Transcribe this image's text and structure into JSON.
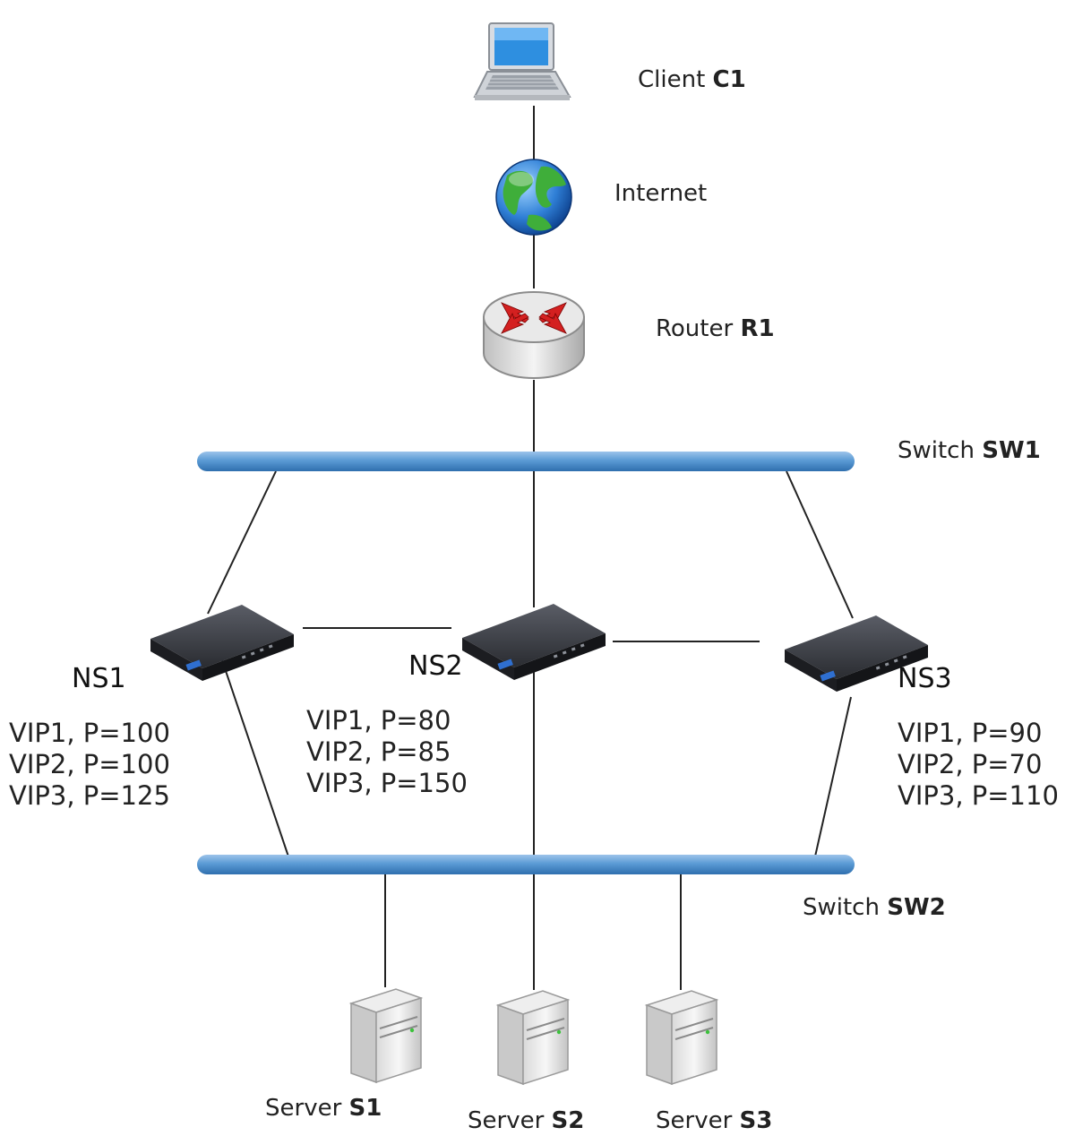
{
  "client": {
    "prefix": "Client",
    "name": "C1"
  },
  "internet": {
    "label": "Internet"
  },
  "router": {
    "prefix": "Router",
    "name": "R1"
  },
  "switch1": {
    "prefix": "Switch",
    "name": "SW1"
  },
  "switch2": {
    "prefix": "Switch",
    "name": "SW2"
  },
  "ns1": {
    "name": "NS1",
    "vips": [
      "VIP1, P=100",
      "VIP2, P=100",
      "VIP3, P=125"
    ]
  },
  "ns2": {
    "name": "NS2",
    "vips": [
      "VIP1, P=80",
      "VIP2, P=85",
      "VIP3, P=150"
    ]
  },
  "ns3": {
    "name": "NS3",
    "vips": [
      "VIP1, P=90",
      "VIP2, P=70",
      "VIP3, P=110"
    ]
  },
  "servers": [
    {
      "prefix": "Server",
      "name": "S1"
    },
    {
      "prefix": "Server",
      "name": "S2"
    },
    {
      "prefix": "Server",
      "name": "S3"
    }
  ],
  "colors": {
    "switch_bar": "#5b9bd5",
    "link": "#222222",
    "appliance": "#2b2d33",
    "arrow": "#d42020"
  }
}
